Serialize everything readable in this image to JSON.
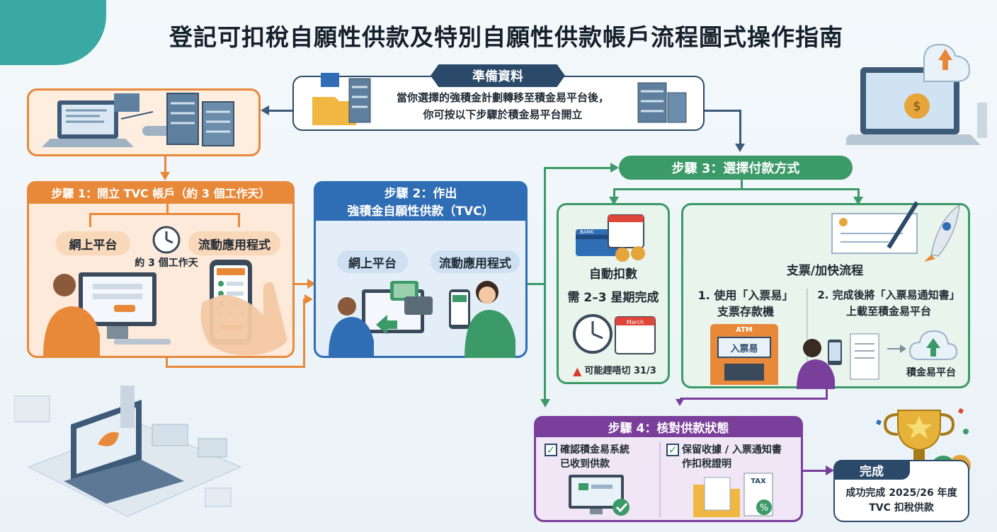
{
  "title": "登記可扣稅自願性供款及特別自願性供款帳戶流程圖式操作指南",
  "prep": {
    "header": "準備資料",
    "line1": "當你選擇的強積金計劃轉移至積金易平台後，",
    "line2": "你可按以下步驟於積金易平台開立"
  },
  "step1": {
    "header": "步驟 1：開立 TVC 帳戶（約 3 個工作天）",
    "online": "網上平台",
    "app": "流動應用程式",
    "days": "約 3 個工作天"
  },
  "step2": {
    "header_line1": "步驟 2：作出",
    "header_line2": "強積金自願性供款（TVC）",
    "online": "網上平台",
    "app": "流動應用程式"
  },
  "step3": {
    "header": "步驟 3：選擇付款方式",
    "auto": {
      "title": "自動扣數",
      "time": "需 2–3 星期完成",
      "warn": "可能趕唔切 31/3",
      "bank_label": "BANK",
      "cal_label": "March"
    },
    "cheque": {
      "title": "支票/加快流程",
      "item1_line1": "1. 使用「入票易」",
      "item1_line2": "支票存款機",
      "item2_line1": "2. 完成後將「入票易通知書」",
      "item2_line2": "上載至積金易平台",
      "atm_top": "ATM",
      "atm_label": "入票易",
      "platform": "積金易平台"
    }
  },
  "step4": {
    "header": "步驟 4：核對供款狀態",
    "check1_line1": "確認積金易系統",
    "check1_line2": "已收到供款",
    "check2_line1": "保留收據 / 入票通知書",
    "check2_line2": "作扣稅證明",
    "tax_label": "TAX"
  },
  "done": {
    "header": "完成",
    "line1": "成功完成 2025/26 年度",
    "line2": "TVC 扣稅供款"
  },
  "colors": {
    "orange": "#e8893a",
    "blue": "#2f6db5",
    "green": "#3b9a67",
    "purple": "#7a3f9b",
    "navy": "#2b4a6a"
  }
}
